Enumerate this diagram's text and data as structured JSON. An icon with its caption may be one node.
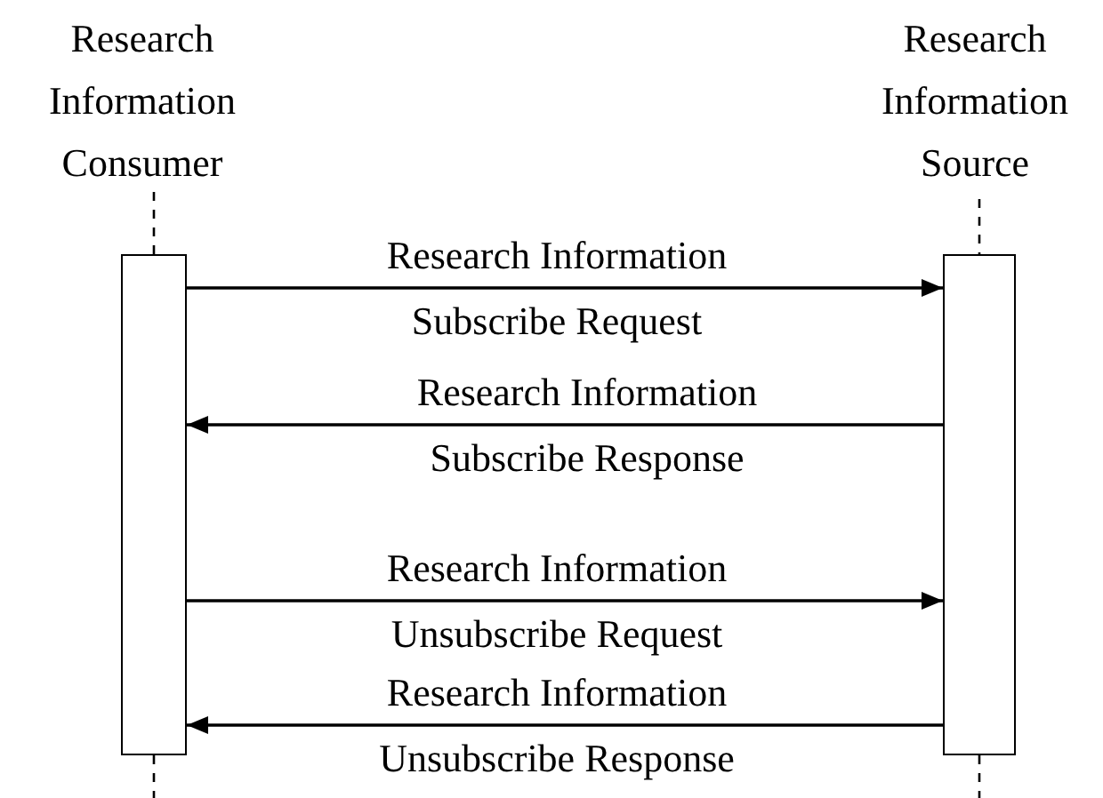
{
  "diagram": {
    "nodes": [
      {
        "text": [
          "Research Information Consumer"
        ]
      },
      {
        "text": [
          "Research Information Source"
        ]
      }
    ],
    "edges": [
      {
        "from": 0,
        "to": 1,
        "arrow": "to",
        "label": "Research Information Subscribe Request"
      },
      {
        "from": 1,
        "to": 0,
        "arrow": "to",
        "label": "Research Information Subscribe Response"
      },
      {
        "from": 0,
        "to": 1,
        "arrow": "to",
        "label": "Research Information Unsubscribe Request"
      },
      {
        "from": 1,
        "to": 0,
        "arrow": "to",
        "label": "Research Information Unsubscribe Response"
      }
    ]
  }
}
